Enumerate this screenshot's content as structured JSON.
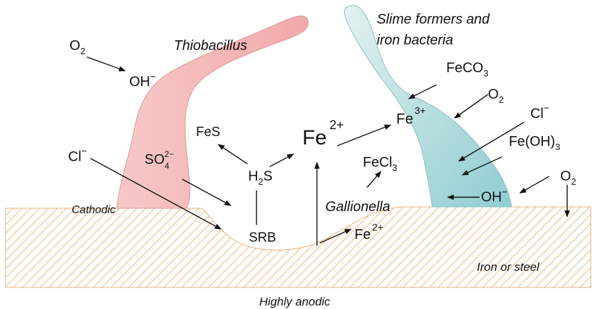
{
  "labels": {
    "thiobacillus": "Thiobacillus",
    "slime_line1": "Slime formers and",
    "slime_line2": "iron bacteria",
    "cathodic": "Cathodic",
    "gallionella": "Gallionella",
    "iron_or_steel": "Iron or steel",
    "highly_anodic": "Highly anodic"
  },
  "species": {
    "o2_left": {
      "base": "O",
      "sub": "2"
    },
    "oh_left": {
      "base": "OH",
      "sup": "−"
    },
    "cl_left": {
      "base": "Cl",
      "sup": "−"
    },
    "so4": {
      "base": "SO",
      "sub": "4",
      "sup": "2−"
    },
    "fes": {
      "base": "FeS"
    },
    "h2s": {
      "pre": "H",
      "sub": "2",
      "post": "S"
    },
    "srb": {
      "base": "SRB"
    },
    "fe2_big": {
      "base": "Fe",
      "sup": "2+"
    },
    "fe3": {
      "base": "Fe",
      "sup": "3+"
    },
    "feco3": {
      "base": "FeCO",
      "sub": "3"
    },
    "fecl3": {
      "base": "FeCl",
      "sub": "3"
    },
    "fe2_small": {
      "base": "Fe",
      "sup": "2+"
    },
    "o2_mid": {
      "base": "O",
      "sub": "2"
    },
    "cl_right": {
      "base": "Cl",
      "sup": "−"
    },
    "feoh3": {
      "base": "Fe(OH)",
      "sub": "3"
    },
    "oh_right": {
      "base": "OH",
      "sup": "−"
    },
    "o2_right": {
      "base": "O",
      "sub": "2"
    }
  },
  "colors": {
    "thiobacillus_fill": "#f3b4b4",
    "slime_fill": "#a9d8da",
    "steel_hatch": "#f0a850",
    "text": "#111111"
  }
}
